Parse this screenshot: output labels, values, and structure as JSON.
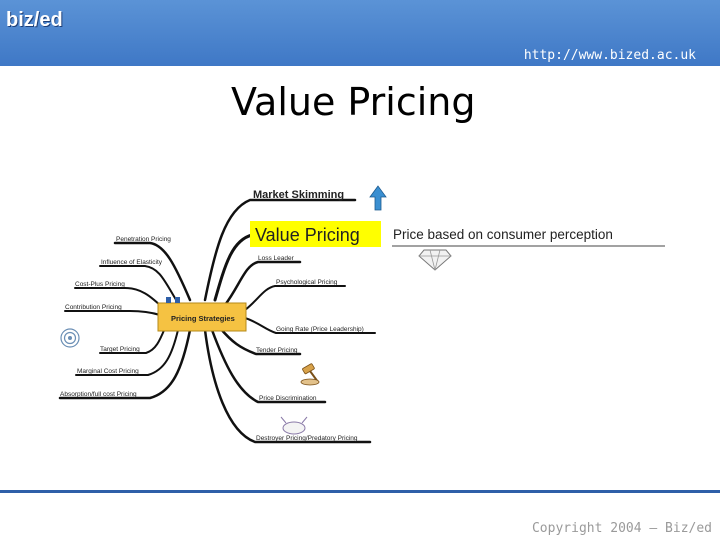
{
  "header": {
    "logo_text": "biz/ed",
    "url": "http://www.bized.ac.uk"
  },
  "slide": {
    "title": "Value Pricing"
  },
  "diagram": {
    "center": "Pricing Strategies",
    "highlight": "Value Pricing",
    "highlight_description": "Price based on consumer perception",
    "right_branches": {
      "market_skimming": "Market Skimming",
      "loss_leader": "Loss Leader",
      "psychological": "Psychological Pricing",
      "going_rate": "Going Rate (Price Leadership)",
      "tender": "Tender Pricing",
      "discrimination": "Price Discrimination",
      "destroyer": "Destroyer Pricing/Predatory Pricing"
    },
    "left_branches": {
      "penetration": "Penetration Pricing",
      "elasticity": "Influence of Elasticity",
      "cost_plus": "Cost-Plus Pricing",
      "contribution": "Contribution Pricing",
      "target": "Target Pricing",
      "marginal": "Marginal Cost Pricing",
      "absorption": "Absorption/full cost Pricing"
    },
    "colors": {
      "highlight_fill": "#ffff00",
      "center_fill": "#f5c242",
      "accent_blue": "#2f5fa8"
    }
  },
  "footer": {
    "copyright": "Copyright 2004 – Biz/ed"
  }
}
